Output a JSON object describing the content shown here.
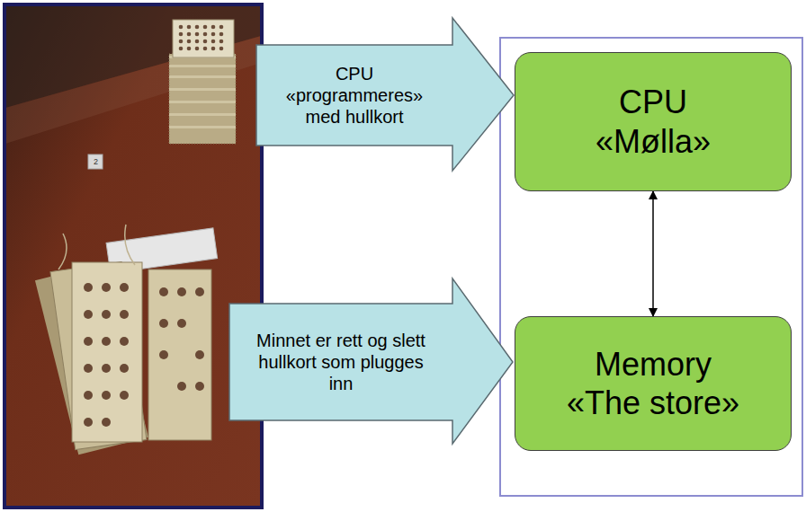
{
  "diagram": {
    "nodes": [
      {
        "text": [
          "CPU «programmeres» med hullkort"
        ]
      },
      {
        "text": [
          "CPU",
          "«Mølla»"
        ]
      },
      {
        "text": [
          "Minnet er rett og slett hullkort som plugges inn"
        ]
      },
      {
        "text": [
          "Memory",
          "«The store»"
        ]
      }
    ],
    "edges": [
      {
        "from": 1,
        "to": 3,
        "arrow": "both"
      }
    ],
    "labels": [
      "2"
    ]
  }
}
